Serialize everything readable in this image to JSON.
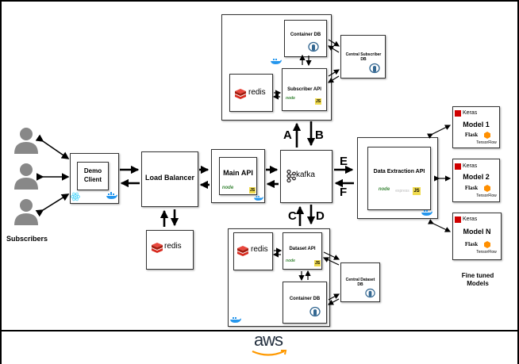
{
  "labels": {
    "subscribers": "Subscribers",
    "demo_client": "Demo Client",
    "load_balancer": "Load Balancer",
    "main_api": "Main API",
    "kafka": "kafka",
    "redis": "redis",
    "container_db": "Container DB",
    "central_subscriber_db": "Central Subscriber DB",
    "subscriber_api": "Subscriber API",
    "dataset_api": "Dataset API",
    "central_dataset_db": "Central Dataset DB",
    "data_extraction_api": "Data Extraction API",
    "model_1": "Model 1",
    "model_2": "Model 2",
    "model_n": "Model N",
    "keras": "Keras",
    "flask": "Flask",
    "tensorflow": "TensorFlow",
    "node": "node",
    "express": "express",
    "js": "JS",
    "fine_tuned_models": "Fine tuned Models",
    "aws": "aws"
  },
  "edge_letters": {
    "a": "A",
    "b": "B",
    "c": "C",
    "d": "D",
    "e": "E",
    "f": "F"
  },
  "colors": {
    "redis": "#d82c20",
    "keras": "#d00000",
    "js": "#f0db4f",
    "node": "#3c873a",
    "docker": "#2496ed",
    "postgres": "#336791",
    "aws_smile": "#ff9900",
    "kafka": "#231f20"
  }
}
